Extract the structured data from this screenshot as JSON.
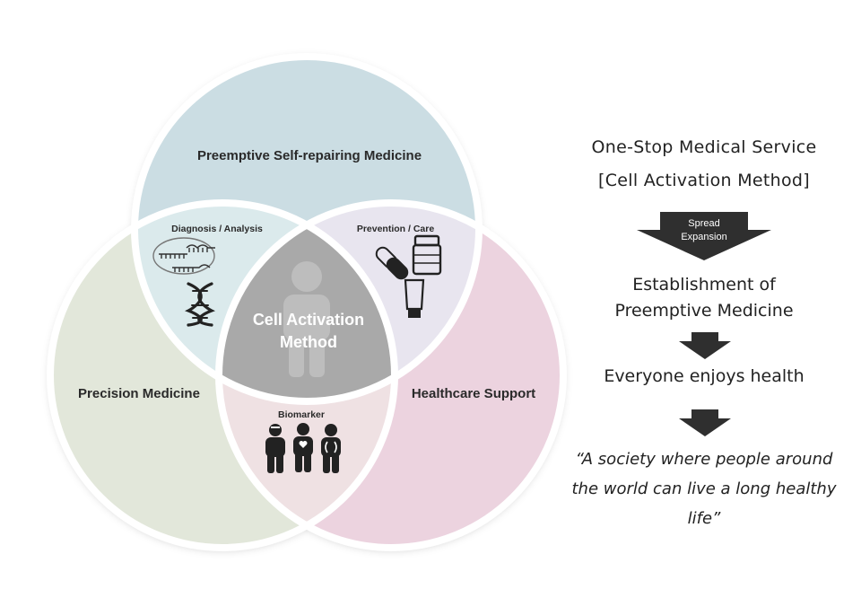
{
  "venn": {
    "top_circle": "Preemptive Self-repairing Medicine",
    "left_circle": "Precision Medicine",
    "right_circle": "Healthcare Support",
    "overlap_top_left": "Diagnosis / Analysis",
    "overlap_top_right": "Prevention / Care",
    "overlap_bottom": "Biomarker",
    "center_line1": "Cell Activation",
    "center_line2": "Method",
    "icons": [
      "dna-strand-icon",
      "dna-helix-icon",
      "capsule-icon",
      "pill-bottle-icon",
      "tube-icon",
      "person-icon",
      "biomarker-people-icon"
    ]
  },
  "flow": {
    "title": "One-Stop Medical Service",
    "subtitle": "[Cell Activation Method]",
    "arrow1_line1": "Spread",
    "arrow1_line2": "Expansion",
    "step1_line1": "Establishment of",
    "step1_line2": "Preemptive Medicine",
    "step2": "Everyone enjoys health",
    "quote_line1": "“A society where people around",
    "quote_line2": "the world can live a long healthy life”"
  },
  "colors": {
    "top_circle": "#cbdde3",
    "left_circle": "#e2e7da",
    "right_circle": "#ecd3df",
    "overlap_tl": "#dbeaec",
    "overlap_tr": "#e8e5ef",
    "overlap_b": "#efe1e3",
    "center": "#a9a9a9",
    "ring": "#ffffff",
    "arrow": "#2f2f2f"
  }
}
